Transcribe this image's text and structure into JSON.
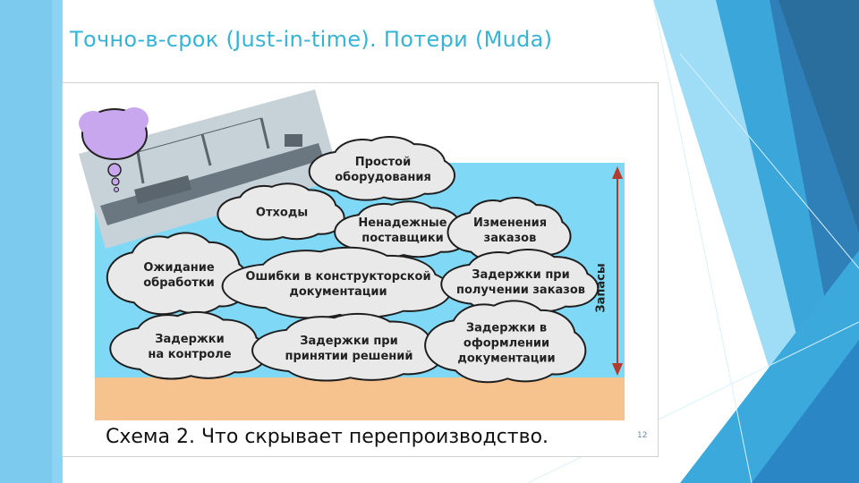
{
  "slide": {
    "title": "Точно-в-срок (Just-in-time). Потери (Muda)",
    "page_number": "12"
  },
  "figure": {
    "caption": "Схема 2. Что скрывает перепроизводство.",
    "side_label": "Запасы",
    "clouds": [
      {
        "label": "Простой\nоборудования"
      },
      {
        "label": "Отходы"
      },
      {
        "label": "Ненадежные\nпоставщики"
      },
      {
        "label": "Изменения\nзаказов"
      },
      {
        "label": "Ожидание\nобработки"
      },
      {
        "label": "Ошибки в конструкторской\nдокументации"
      },
      {
        "label": "Задержки при\nполучении заказов"
      },
      {
        "label": "Задержки\nна контроле"
      },
      {
        "label": "Задержки при\nпринятии решений"
      },
      {
        "label": "Задержки в\nоформлении\nдокументации"
      }
    ]
  },
  "colors": {
    "title": "#36b4d6",
    "water": "#7fd9f6",
    "sand": "#f6c28e",
    "cloud": "#e9e9e9",
    "smoke": "#c9a7ee"
  }
}
